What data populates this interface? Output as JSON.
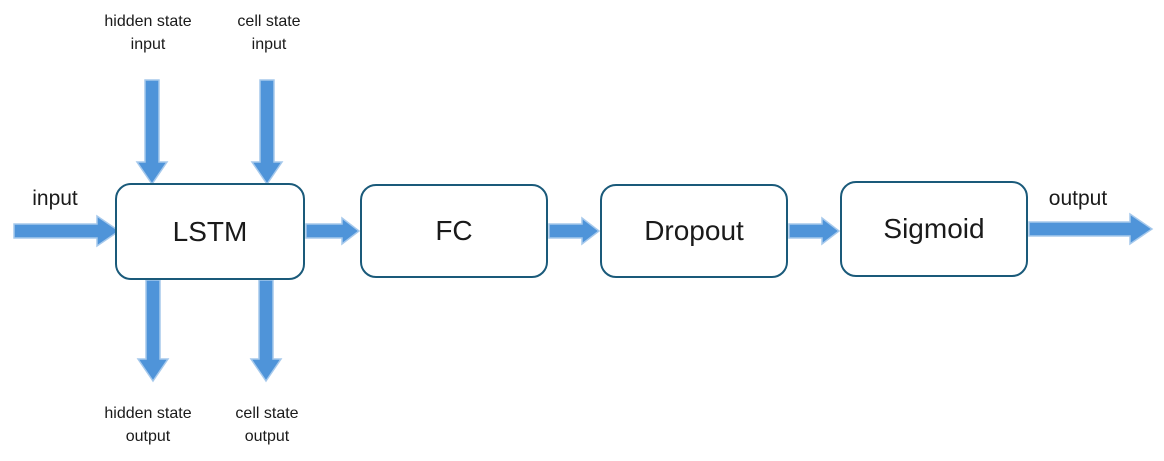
{
  "colors": {
    "background": "#ffffff",
    "box_border": "#1a5a7a",
    "box_fill": "#ffffff",
    "arrow_fill": "#4f94d9",
    "arrow_outline": "#a6c9ec",
    "text": "#1a1a1a"
  },
  "nodes": [
    {
      "id": "lstm",
      "label": "LSTM"
    },
    {
      "id": "fc",
      "label": "FC"
    },
    {
      "id": "dropout",
      "label": "Dropout"
    },
    {
      "id": "sigmoid",
      "label": "Sigmoid"
    }
  ],
  "labels": {
    "input": "input",
    "output": "output",
    "hidden_state_input": "hidden state\ninput",
    "cell_state_input": "cell state\ninput",
    "hidden_state_output": "hidden state\noutput",
    "cell_state_output": "cell state\noutput"
  },
  "edges": [
    {
      "from": "input",
      "to": "lstm",
      "direction": "right"
    },
    {
      "from": "hidden state input",
      "to": "lstm",
      "direction": "down"
    },
    {
      "from": "cell state input",
      "to": "lstm",
      "direction": "down"
    },
    {
      "from": "lstm",
      "to": "fc",
      "direction": "right"
    },
    {
      "from": "lstm",
      "to": "hidden state output",
      "direction": "down"
    },
    {
      "from": "lstm",
      "to": "cell state output",
      "direction": "down"
    },
    {
      "from": "fc",
      "to": "dropout",
      "direction": "right"
    },
    {
      "from": "dropout",
      "to": "sigmoid",
      "direction": "right"
    },
    {
      "from": "sigmoid",
      "to": "output",
      "direction": "right"
    }
  ]
}
